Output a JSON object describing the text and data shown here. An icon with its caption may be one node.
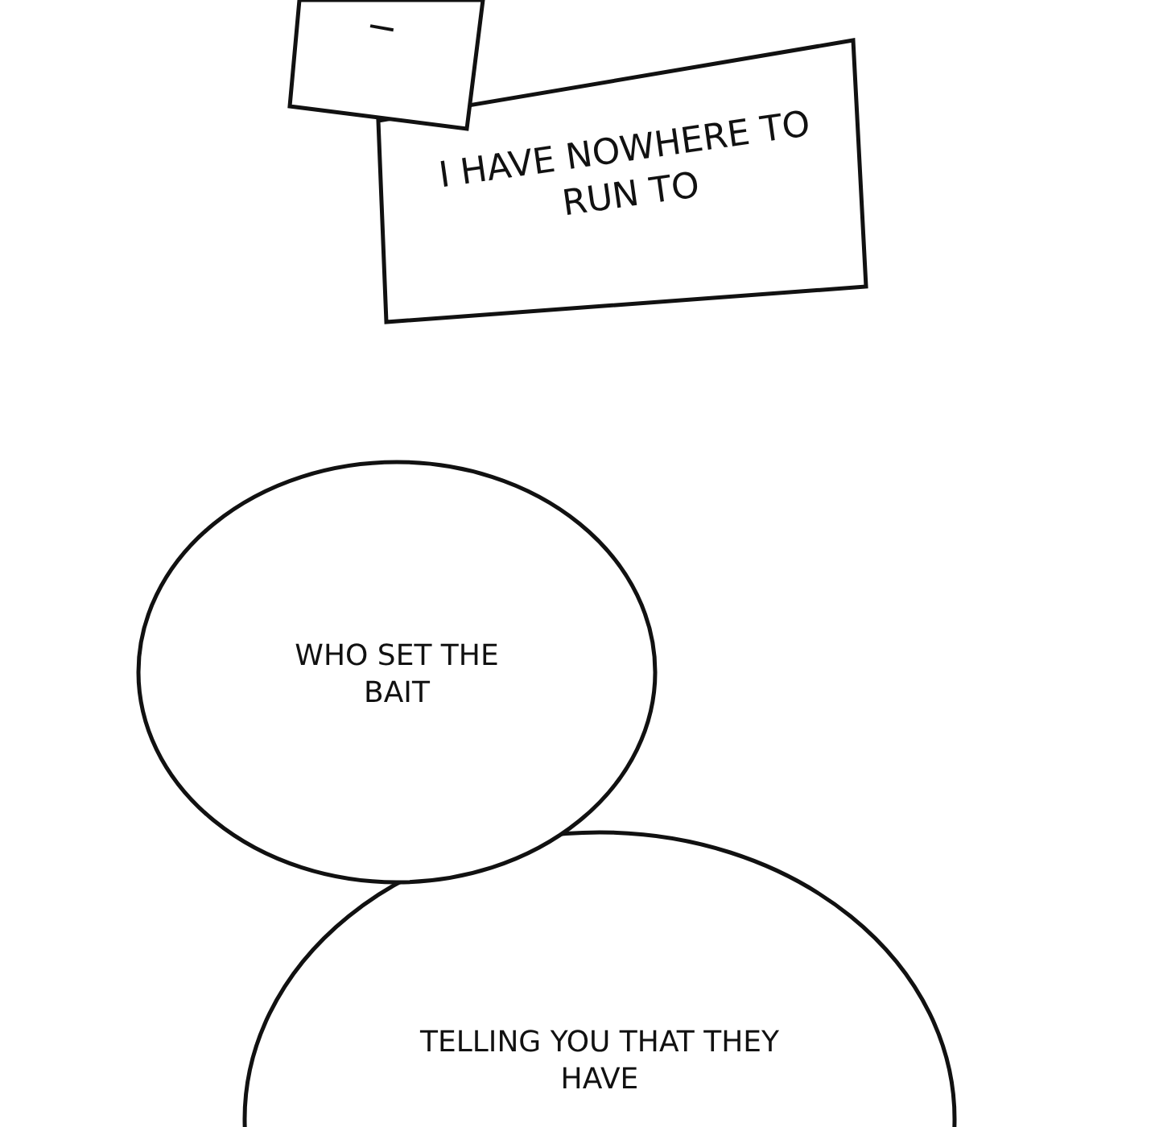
{
  "diagram": {
    "nodes": [
      {
        "text": [
          "I"
        ]
      },
      {
        "text": [
          "I HAVE NOWHERE TO RUN TO"
        ]
      },
      {
        "text": [
          "WHO SET THE BAIT"
        ]
      },
      {
        "text": [
          "TELLING YOU THAT THEY HAVE"
        ]
      }
    ]
  }
}
